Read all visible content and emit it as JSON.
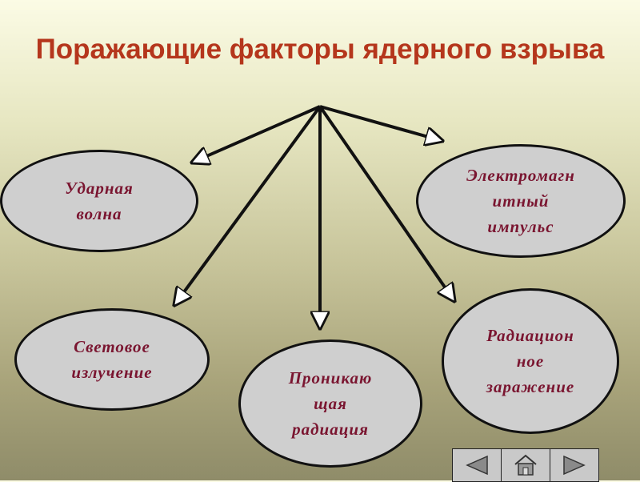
{
  "title": "Поражающие факторы ядерного взрыва",
  "factors": {
    "shock_wave": "Ударная\nволна",
    "emp": "Электромагн\nитный\nимпульс",
    "light": "Световое\nизлучение",
    "penetrating": "Проникаю\nщая\nрадиация",
    "contamination": "Радиацион\nное\nзаражение"
  },
  "colors": {
    "title": "#b5361c",
    "oval_text": "#7a1530",
    "oval_fill": "#cfcfcf"
  },
  "nav": {
    "icons": [
      "triangle-left-icon",
      "home-icon",
      "triangle-right-icon"
    ]
  }
}
